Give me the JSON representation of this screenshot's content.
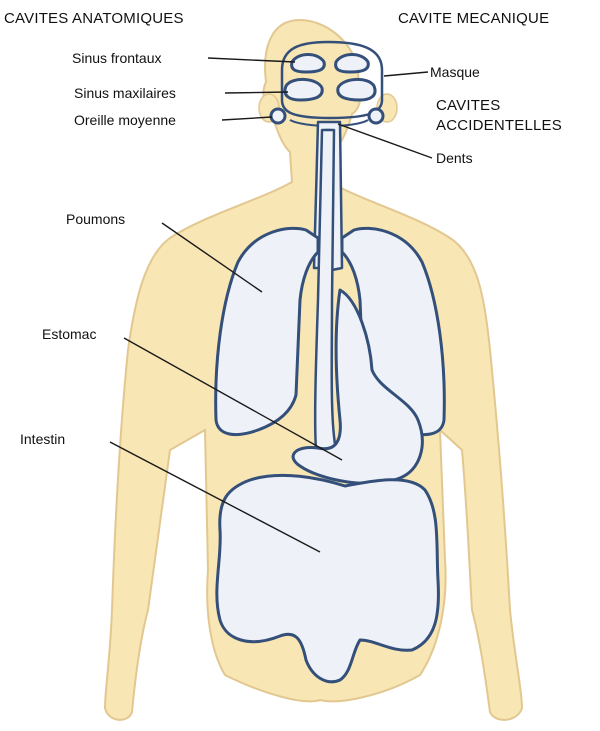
{
  "headers": {
    "left": "CAVITES ANATOMIQUES",
    "right": "CAVITE MECANIQUE",
    "accidental_line1": "CAVITES",
    "accidental_line2": "ACCIDENTELLES"
  },
  "labels": {
    "sinus_frontaux": "Sinus frontaux",
    "sinus_maxilaires": "Sinus maxilaires",
    "oreille_moyenne": "Oreille moyenne",
    "masque": "Masque",
    "dents": "Dents",
    "poumons": "Poumons",
    "estomac": "Estomac",
    "intestin": "Intestin"
  },
  "colors": {
    "skin": "#f8e6b4",
    "skin_outline": "#e2c890",
    "cavity_fill": "#eef2f8",
    "cavity_outline": "#34507a",
    "leader": "#1a1a1a"
  }
}
